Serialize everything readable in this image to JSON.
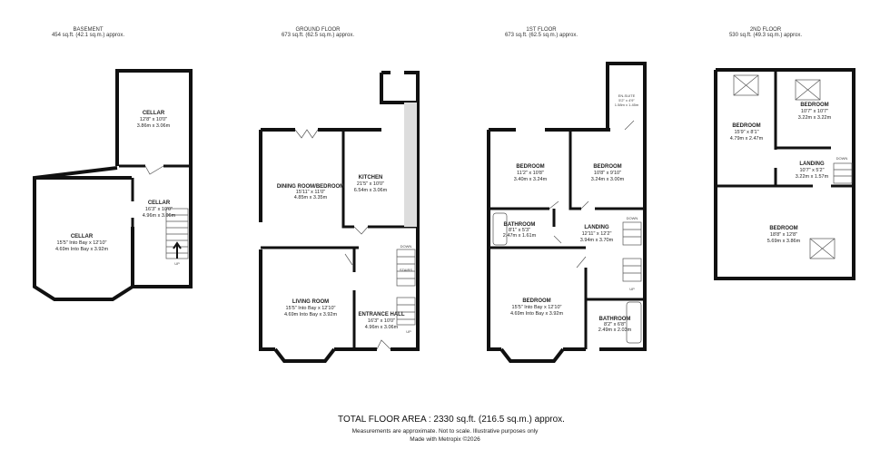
{
  "floors": [
    {
      "name": "BASEMENT",
      "area": "454 sq.ft. (42.1 sq.m.) approx.",
      "rooms": [
        {
          "name": "CELLAR",
          "imperial": "12'8\" x 10'0\"",
          "metric": "3.86m x 3.06m"
        },
        {
          "name": "CELLAR",
          "imperial": "16'3\" x 10'0\"",
          "metric": "4.96m x 3.06m"
        },
        {
          "name": "CELLAR",
          "imperial": "15'5\" Into Bay x 12'10\"",
          "metric": "4.69m Into Bay x 3.92m"
        }
      ],
      "labels": {
        "up": "UP"
      }
    },
    {
      "name": "GROUND FLOOR",
      "area": "673 sq.ft. (62.5 sq.m.) approx.",
      "rooms": [
        {
          "name": "DINING ROOM/BEDROOM",
          "imperial": "15'11\" x 11'0\"",
          "metric": "4.85m x 3.35m"
        },
        {
          "name": "KITCHEN",
          "imperial": "21'5\" x 10'0\"",
          "metric": "6.54m x 3.06m"
        },
        {
          "name": "LIVING ROOM",
          "imperial": "15'5\" Into Bay x 12'10\"",
          "metric": "4.69m Into Bay x 3.92m"
        },
        {
          "name": "ENTRANCE HALL",
          "imperial": "16'3\" x 10'0\"",
          "metric": "4.96m x 3.06m"
        }
      ],
      "labels": {
        "down": "DOWN",
        "up": "UP",
        "stairs": "STAIRS"
      }
    },
    {
      "name": "1ST FLOOR",
      "area": "673 sq.ft. (62.5 sq.m.) approx.",
      "rooms": [
        {
          "name": "EN-SUITE",
          "imperial": "5'2\" x 4'9\"",
          "metric": "1.58m x 1.45m"
        },
        {
          "name": "BEDROOM",
          "imperial": "11'2\" x 10'8\"",
          "metric": "3.40m x 3.24m"
        },
        {
          "name": "BEDROOM",
          "imperial": "10'8\" x 9'10\"",
          "metric": "3.24m x 3.00m"
        },
        {
          "name": "BATHROOM",
          "imperial": "8'1\" x 5'3\"",
          "metric": "2.47m x 1.61m"
        },
        {
          "name": "LANDING",
          "imperial": "12'11\" x 12'2\"",
          "metric": "3.94m x 3.70m"
        },
        {
          "name": "BEDROOM",
          "imperial": "15'5\" Into Bay x 12'10\"",
          "metric": "4.69m Into Bay x 3.92m"
        },
        {
          "name": "BATHROOM",
          "imperial": "8'2\" x 6'8\"",
          "metric": "2.49m x 2.03m"
        }
      ],
      "labels": {
        "down": "DOWN",
        "up": "UP"
      }
    },
    {
      "name": "2ND FLOOR",
      "area": "530 sq.ft. (49.3 sq.m.) approx.",
      "rooms": [
        {
          "name": "BEDROOM",
          "imperial": "15'9\" x 8'1\"",
          "metric": "4.79m x 2.47m"
        },
        {
          "name": "BEDROOM",
          "imperial": "10'7\" x 10'7\"",
          "metric": "3.22m x 3.22m"
        },
        {
          "name": "LANDING",
          "imperial": "10'7\" x 5'2\"",
          "metric": "3.22m x 1.57m"
        },
        {
          "name": "BEDROOM",
          "imperial": "18'8\" x 12'8\"",
          "metric": "5.69m x 3.86m"
        }
      ],
      "labels": {
        "down": "DOWN"
      }
    }
  ],
  "footer": {
    "total": "TOTAL FLOOR AREA : 2330 sq.ft. (216.5 sq.m.) approx.",
    "disclaimer": "Measurements are approximate.  Not to scale.  Illustrative purposes only",
    "credit": "Made with Metropix ©2026"
  }
}
